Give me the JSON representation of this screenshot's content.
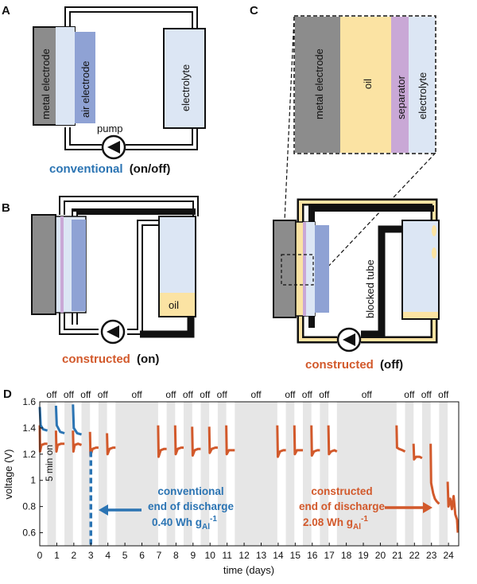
{
  "panels": {
    "a": {
      "letter": "A",
      "metal_label": "metal electrode",
      "air_label": "air electrode",
      "electrolyte_label": "electrolyte",
      "pump_label": "pump",
      "caption_main": "conventional",
      "caption_state": "(on/off)"
    },
    "b": {
      "letter": "B",
      "oil_label": "oil",
      "caption_main": "constructed",
      "caption_state": "(on)"
    },
    "c": {
      "letter": "C",
      "inset_labels": [
        "metal electrode",
        "oil",
        "separator",
        "electrolyte"
      ],
      "blocked_label": "blocked tube",
      "caption_main": "constructed",
      "caption_state": "(off)"
    },
    "d": {
      "letter": "D",
      "side_note": "5 min on",
      "annotations": {
        "conventional": [
          "conventional",
          "end of discharge",
          "0.40 Wh g",
          "Al",
          "-1"
        ],
        "constructed": [
          "constructed",
          "end of discharge",
          "2.08 Wh g",
          "Al",
          "-1"
        ]
      }
    }
  },
  "colors": {
    "metal": "#8c8c8c",
    "air": "#8fa2d4",
    "electrolyte": "#dce6f4",
    "oil": "#fbe3a3",
    "separator": "#c9a8d6",
    "conventional": "#2b74b3",
    "constructed": "#d2592b"
  },
  "chart_data": {
    "type": "line",
    "xlabel": "time (days)",
    "ylabel": "voltage (V)",
    "xlim": [
      0,
      24.6
    ],
    "ylim": [
      0.5,
      1.6
    ],
    "xticks": [
      0,
      1,
      2,
      3,
      4,
      5,
      6,
      7,
      8,
      9,
      10,
      11,
      12,
      13,
      14,
      15,
      16,
      17,
      18,
      19,
      20,
      21,
      22,
      23,
      24
    ],
    "yticks": [
      0.6,
      0.8,
      1.0,
      1.2,
      1.4,
      1.6
    ],
    "ytick_labels": [
      "0.6",
      "0.8",
      "1",
      "1.2",
      "1.4",
      "1.6"
    ],
    "off_periods": [
      [
        0.45,
        0.95
      ],
      [
        1.45,
        1.95
      ],
      [
        2.45,
        2.95
      ],
      [
        3.45,
        3.95
      ],
      [
        4.45,
        6.95
      ],
      [
        7.45,
        7.95
      ],
      [
        8.45,
        8.95
      ],
      [
        9.45,
        9.95
      ],
      [
        10.45,
        10.95
      ],
      [
        11.45,
        13.95
      ],
      [
        14.45,
        14.95
      ],
      [
        15.45,
        15.95
      ],
      [
        16.45,
        16.95
      ],
      [
        17.45,
        20.95
      ],
      [
        21.45,
        21.95
      ],
      [
        22.45,
        22.95
      ],
      [
        23.45,
        23.95
      ]
    ],
    "off_labels": [
      {
        "x": 0.7,
        "text": "off"
      },
      {
        "x": 1.7,
        "text": "off"
      },
      {
        "x": 2.7,
        "text": "off"
      },
      {
        "x": 3.7,
        "text": "off"
      },
      {
        "x": 5.7,
        "text": "off"
      },
      {
        "x": 7.7,
        "text": "off"
      },
      {
        "x": 8.7,
        "text": "off"
      },
      {
        "x": 9.7,
        "text": "off"
      },
      {
        "x": 10.7,
        "text": "off"
      },
      {
        "x": 12.7,
        "text": "off"
      },
      {
        "x": 14.7,
        "text": "off"
      },
      {
        "x": 15.7,
        "text": "off"
      },
      {
        "x": 16.7,
        "text": "off"
      },
      {
        "x": 19.2,
        "text": "off"
      },
      {
        "x": 21.7,
        "text": "off"
      },
      {
        "x": 22.7,
        "text": "off"
      },
      {
        "x": 23.7,
        "text": "off"
      }
    ],
    "series": [
      {
        "name": "conventional",
        "color": "#2b74b3",
        "segments": [
          [
            [
              0,
              1.56
            ],
            [
              0.05,
              1.42
            ],
            [
              0.2,
              1.39
            ],
            [
              0.45,
              1.38
            ]
          ],
          [
            [
              0.95,
              1.57
            ],
            [
              1.0,
              1.42
            ],
            [
              1.2,
              1.37
            ],
            [
              1.45,
              1.36
            ]
          ],
          [
            [
              1.95,
              1.58
            ],
            [
              2.0,
              1.4
            ],
            [
              2.2,
              1.36
            ],
            [
              2.45,
              1.35
            ]
          ]
        ],
        "end_x": 3.0,
        "end_from_y": 1.22
      },
      {
        "name": "constructed",
        "color": "#d2592b",
        "segments": [
          [
            [
              0,
              1.42
            ],
            [
              0.02,
              1.22
            ],
            [
              0.1,
              1.27
            ],
            [
              0.3,
              1.28
            ],
            [
              0.45,
              1.28
            ]
          ],
          [
            [
              0.95,
              1.38
            ],
            [
              0.98,
              1.22
            ],
            [
              1.05,
              1.27
            ],
            [
              1.25,
              1.28
            ],
            [
              1.45,
              1.28
            ]
          ],
          [
            [
              1.95,
              1.38
            ],
            [
              1.98,
              1.22
            ],
            [
              2.05,
              1.27
            ],
            [
              2.25,
              1.28
            ],
            [
              2.45,
              1.27
            ]
          ],
          [
            [
              2.95,
              1.37
            ],
            [
              2.98,
              1.19
            ],
            [
              3.1,
              1.24
            ],
            [
              3.3,
              1.25
            ],
            [
              3.45,
              1.25
            ]
          ],
          [
            [
              3.95,
              1.36
            ],
            [
              3.98,
              1.2
            ],
            [
              4.1,
              1.24
            ],
            [
              4.3,
              1.25
            ],
            [
              4.45,
              1.25
            ]
          ],
          [
            [
              6.95,
              1.42
            ],
            [
              6.98,
              1.18
            ],
            [
              7.1,
              1.23
            ],
            [
              7.3,
              1.24
            ],
            [
              7.45,
              1.24
            ]
          ],
          [
            [
              7.95,
              1.42
            ],
            [
              7.98,
              1.2
            ],
            [
              8.1,
              1.24
            ],
            [
              8.3,
              1.25
            ],
            [
              8.45,
              1.25
            ]
          ],
          [
            [
              8.95,
              1.41
            ],
            [
              8.98,
              1.19
            ],
            [
              9.1,
              1.23
            ],
            [
              9.3,
              1.24
            ],
            [
              9.45,
              1.24
            ]
          ],
          [
            [
              9.95,
              1.41
            ],
            [
              9.98,
              1.21
            ],
            [
              10.1,
              1.24
            ],
            [
              10.3,
              1.25
            ],
            [
              10.45,
              1.25
            ]
          ],
          [
            [
              10.95,
              1.42
            ],
            [
              10.98,
              1.2
            ],
            [
              11.1,
              1.23
            ],
            [
              11.3,
              1.23
            ],
            [
              11.45,
              1.23
            ]
          ],
          [
            [
              13.95,
              1.42
            ],
            [
              13.98,
              1.18
            ],
            [
              14.1,
              1.22
            ],
            [
              14.3,
              1.23
            ],
            [
              14.45,
              1.23
            ]
          ],
          [
            [
              14.95,
              1.42
            ],
            [
              14.98,
              1.2
            ],
            [
              15.1,
              1.23
            ],
            [
              15.3,
              1.23
            ],
            [
              15.45,
              1.23
            ]
          ],
          [
            [
              15.95,
              1.42
            ],
            [
              15.98,
              1.19
            ],
            [
              16.1,
              1.22
            ],
            [
              16.3,
              1.23
            ],
            [
              16.45,
              1.23
            ]
          ],
          [
            [
              16.95,
              1.42
            ],
            [
              16.98,
              1.2
            ],
            [
              17.1,
              1.22
            ],
            [
              17.3,
              1.23
            ],
            [
              17.45,
              1.22
            ]
          ],
          [
            [
              20.95,
              1.42
            ],
            [
              20.98,
              1.25
            ],
            [
              21.1,
              1.24
            ],
            [
              21.3,
              1.23
            ],
            [
              21.45,
              1.22
            ]
          ],
          [
            [
              21.95,
              1.28
            ],
            [
              21.98,
              1.16
            ],
            [
              22.1,
              1.18
            ],
            [
              22.3,
              1.18
            ],
            [
              22.45,
              1.17
            ]
          ],
          [
            [
              22.95,
              1.28
            ],
            [
              22.98,
              0.98
            ],
            [
              23.1,
              0.9
            ],
            [
              23.2,
              0.86
            ],
            [
              23.3,
              0.84
            ],
            [
              23.45,
              0.82
            ]
          ],
          [
            [
              23.95,
              0.99
            ],
            [
              24.0,
              0.8
            ],
            [
              24.1,
              0.86
            ],
            [
              24.2,
              0.78
            ],
            [
              24.3,
              0.88
            ],
            [
              24.4,
              0.74
            ],
            [
              24.5,
              0.7
            ],
            [
              24.55,
              0.6
            ]
          ]
        ]
      }
    ]
  }
}
